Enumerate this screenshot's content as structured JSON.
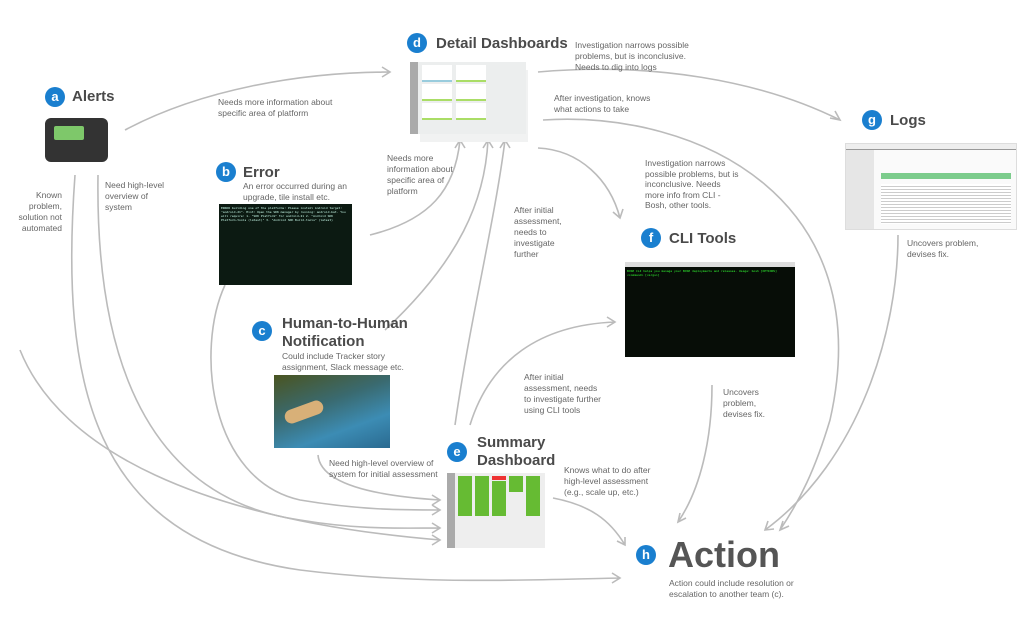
{
  "nodes": {
    "a": {
      "badge": "a",
      "title": "Alerts"
    },
    "b": {
      "badge": "b",
      "title": "Error",
      "desc": "An error occurred during an upgrade, tile install etc."
    },
    "c": {
      "badge": "c",
      "title": "Human-to-Human Notification",
      "desc": "Could include Tracker story assignment, Slack message etc."
    },
    "d": {
      "badge": "d",
      "title": "Detail Dashboards"
    },
    "e": {
      "badge": "e",
      "title": "Summary Dashboard"
    },
    "f": {
      "badge": "f",
      "title": "CLI Tools"
    },
    "g": {
      "badge": "g",
      "title": "Logs"
    },
    "h": {
      "badge": "h",
      "title": "Action",
      "desc": "Action could include resolution or escalation to another team (c)."
    }
  },
  "edges": {
    "a_to_d": "Needs more information about specific area of platform",
    "a_to_h": "Known problem, solution not automated",
    "a_to_e": "Need high-level overview of system",
    "b_to_d": "Needs more information about specific area of platform",
    "d_to_g": "Investigation narrows possible problems, but is inconclusive. Needs to dig into logs",
    "d_to_h": "After investigation, knows what actions to take",
    "d_to_f": "Investigation narrows possible problems, but is inconclusive. Needs more info from CLI - Bosh, other tools.",
    "e_to_d": "After initial assessment, needs to investigate further",
    "e_to_f": "After initial assessment, needs to investigate further using CLI tools",
    "c_to_e": "Need high-level overview of system for initial assessment",
    "e_to_h": "Knows what to do after high-level assessment (e.g., scale up, etc.)",
    "f_to_h": "Uncovers problem, devises fix.",
    "g_to_h": "Uncovers problem, devises fix."
  },
  "terminal_error": "ERROR building one of the platforms: Please install Android target: \"android-21\". Hint: Open the SDK manager by running: android.bat. You will require: 1. \"SDK Platform\" for android-21 2. \"Android SDK Platform-tools (latest)\" 3. \"Android SDK Build-tools\" (latest)",
  "terminal_cli": "BOSH CLI helps you manage your BOSH deployments and releases. Usage: bosh [OPTIONS] <command> [<args>]"
}
